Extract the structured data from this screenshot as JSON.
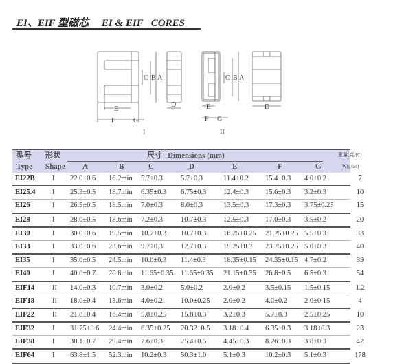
{
  "title": "EI、EIF 型磁芯     EI & EIF   CORES",
  "diagram": {
    "labels_I": [
      "C",
      "B",
      "A",
      "E",
      "F",
      "G",
      "D"
    ],
    "labels_II": [
      "C",
      "B",
      "A",
      "E",
      "F",
      "G",
      "D"
    ],
    "caption_I": "I",
    "caption_II": "II"
  },
  "table": {
    "header_cn": {
      "type": "型号",
      "shape": "形状",
      "dims": "尺寸",
      "weight": "重量(克/付)"
    },
    "header_en": {
      "type": "Type",
      "shape": "Shape",
      "dims": "Dimensions (mm)",
      "weight": "W(g/set)"
    },
    "columns": [
      "A",
      "B",
      "C",
      "D",
      "E",
      "F",
      "G"
    ],
    "rows": [
      [
        "EI22B",
        "I",
        "22.0±0.6",
        "16.2min",
        "5.7±0.3",
        "5.7±0.3",
        "11.4±0.2",
        "15.4±0.3",
        "4.0±0.2",
        "7"
      ],
      [
        "EI25.4",
        "I",
        "25.3±0.5",
        "18.7min",
        "6.35±0.3",
        "6.75±0.3",
        "12.4±0.3",
        "15.6±0.3",
        "3.2±0.3",
        "10"
      ],
      [
        "EI26",
        "I",
        "26.5±0.5",
        "18.5min",
        "7.0±0.3",
        "8.0±0.3",
        "13.5±0.3",
        "17.3±0.3",
        "3.75±0.25",
        "15"
      ],
      [
        "EI28",
        "I",
        "28.0±0.5",
        "18.6min",
        "7.2±0.3",
        "10.7±0.3",
        "12.5±0.3",
        "17.0±0.3",
        "3.5±0.2",
        "20"
      ],
      [
        "EI30",
        "I",
        "30.0±0.6",
        "19.5min",
        "10.7±0.3",
        "10.7±0.3",
        "16.25±0.25",
        "21.25±0.25",
        "5.5±0.3",
        "33"
      ],
      [
        "EI33",
        "I",
        "33.0±0.6",
        "23.6min",
        "9.7±0.3",
        "12.7±0.3",
        "19.25±0.3",
        "23.75±0.25",
        "5.0±0.3",
        "40"
      ],
      [
        "EI35",
        "I",
        "35.0±0.5",
        "24.5min",
        "10.0±0.3",
        "11.4±0.3",
        "18.35±0.15",
        "24.35±0.15",
        "4.7±0.2",
        "39"
      ],
      [
        "EI40",
        "I",
        "40.0±0.7",
        "26.8min",
        "11.65±0.35",
        "11.65±0.35",
        "21.15±0.35",
        "26.8±0.5",
        "6.5±0.3",
        "54"
      ],
      [
        "EIF14",
        "II",
        "14.0±0.3",
        "10.7min",
        "3.0±0.2",
        "5.0±0.2",
        "2.0±0.2",
        "3.5±0.15",
        "1.5±0.15",
        "1.2"
      ],
      [
        "EIF18",
        "II",
        "18.0±0.4",
        "13.6min",
        "4.0±0.2",
        "10.0±0.25",
        "2.0±0.2",
        "4.0±0.2",
        "2.0±0.15",
        "4"
      ],
      [
        "EIF22",
        "II",
        "21.8±0.4",
        "16.4min",
        "5.0±0.25",
        "15.8±0.3",
        "3.2±0.3",
        "5.7±0.3",
        "2.5±0.25",
        "10"
      ],
      [
        "EIF32",
        "I",
        "31.75±0.6",
        "24.4min",
        "6.35±0.25",
        "20.32±0.5",
        "3.18±0.4",
        "6.35±0.3",
        "3.18±0.3",
        "23"
      ],
      [
        "EIF38",
        "I",
        "38.1±0.7",
        "29.4min",
        "7.6±0.3",
        "25.4±0.5",
        "4.45±0.3",
        "8.26±0.3",
        "3.8±0.3",
        "42"
      ],
      [
        "EIF64",
        "I",
        "63.8±1.5",
        "52.3min",
        "10.2±0.3",
        "50.3±1.0",
        "5.1±0.3",
        "10.2±0.3",
        "5.1±0.3",
        "178"
      ]
    ]
  }
}
